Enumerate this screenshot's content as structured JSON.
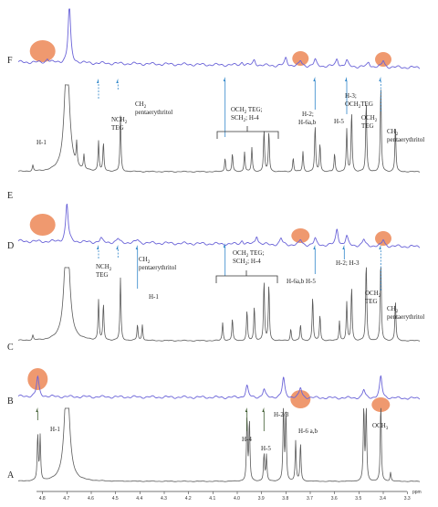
{
  "colors": {
    "proton_trace": "#5a5a5a",
    "carbon_trace": "#6a63d8",
    "arrow_blue": "#2f86c9",
    "arrow_green": "#3c5a2e",
    "highlight_circle": "#e9773f",
    "bracket": "#333333"
  },
  "chart_data": {
    "type": "line",
    "xlabel": "ppm",
    "xlim": [
      4.9,
      3.25
    ],
    "x_ticks": [
      "4.8",
      "4.7",
      "4.6",
      "4.5",
      "4.4",
      "4.3",
      "4.2",
      "4.1",
      "4.0",
      "3.9",
      "3.8",
      "3.7",
      "3.6",
      "3.5",
      "3.4",
      "3.3"
    ],
    "spectra": [
      {
        "panel": "F",
        "kind": "carbon",
        "peaks": [
          {
            "x": 4.69,
            "h": 90
          },
          {
            "x": 4.78,
            "h": 6
          },
          {
            "x": 3.98,
            "h": 5
          },
          {
            "x": 3.93,
            "h": 8
          },
          {
            "x": 3.8,
            "h": 12
          },
          {
            "x": 3.74,
            "h": 8
          },
          {
            "x": 3.68,
            "h": 10
          },
          {
            "x": 3.59,
            "h": 12
          },
          {
            "x": 3.55,
            "h": 9
          },
          {
            "x": 3.46,
            "h": 7
          },
          {
            "x": 3.4,
            "h": 10
          }
        ]
      },
      {
        "panel": "E",
        "kind": "proton",
        "peaks": [
          {
            "x": 4.84,
            "h": 6
          },
          {
            "x": 4.66,
            "h": 22
          },
          {
            "x": 4.63,
            "h": 14
          },
          {
            "x": 4.57,
            "h": 30
          },
          {
            "x": 4.55,
            "h": 28
          },
          {
            "x": 4.48,
            "h": 55
          },
          {
            "x": 4.05,
            "h": 14
          },
          {
            "x": 4.02,
            "h": 18
          },
          {
            "x": 3.97,
            "h": 20
          },
          {
            "x": 3.94,
            "h": 24
          },
          {
            "x": 3.89,
            "h": 42
          },
          {
            "x": 3.87,
            "h": 40
          },
          {
            "x": 3.77,
            "h": 14
          },
          {
            "x": 3.73,
            "h": 20
          },
          {
            "x": 3.68,
            "h": 46
          },
          {
            "x": 3.66,
            "h": 28
          },
          {
            "x": 3.6,
            "h": 18
          },
          {
            "x": 3.55,
            "h": 42
          },
          {
            "x": 3.53,
            "h": 60
          },
          {
            "x": 3.47,
            "h": 70
          },
          {
            "x": 3.41,
            "h": 86
          },
          {
            "x": 3.35,
            "h": 45
          }
        ]
      },
      {
        "panel": "D",
        "kind": "carbon",
        "peaks": [
          {
            "x": 4.7,
            "h": 60
          },
          {
            "x": 4.56,
            "h": 6
          },
          {
            "x": 4.49,
            "h": 6
          },
          {
            "x": 4.41,
            "h": 5
          },
          {
            "x": 3.98,
            "h": 6
          },
          {
            "x": 3.92,
            "h": 14
          },
          {
            "x": 3.82,
            "h": 10
          },
          {
            "x": 3.74,
            "h": 8
          },
          {
            "x": 3.68,
            "h": 10
          },
          {
            "x": 3.59,
            "h": 26
          },
          {
            "x": 3.55,
            "h": 14
          },
          {
            "x": 3.48,
            "h": 10
          },
          {
            "x": 3.4,
            "h": 10
          }
        ]
      },
      {
        "panel": "C",
        "kind": "proton",
        "peaks": [
          {
            "x": 4.84,
            "h": 5
          },
          {
            "x": 4.57,
            "h": 40
          },
          {
            "x": 4.55,
            "h": 36
          },
          {
            "x": 4.48,
            "h": 62
          },
          {
            "x": 4.41,
            "h": 16
          },
          {
            "x": 4.39,
            "h": 16
          },
          {
            "x": 4.06,
            "h": 18
          },
          {
            "x": 4.02,
            "h": 22
          },
          {
            "x": 3.96,
            "h": 30
          },
          {
            "x": 3.93,
            "h": 34
          },
          {
            "x": 3.89,
            "h": 60
          },
          {
            "x": 3.87,
            "h": 56
          },
          {
            "x": 3.78,
            "h": 12
          },
          {
            "x": 3.74,
            "h": 16
          },
          {
            "x": 3.69,
            "h": 44
          },
          {
            "x": 3.66,
            "h": 26
          },
          {
            "x": 3.58,
            "h": 20
          },
          {
            "x": 3.55,
            "h": 38
          },
          {
            "x": 3.53,
            "h": 54
          },
          {
            "x": 3.47,
            "h": 82
          },
          {
            "x": 3.41,
            "h": 86
          },
          {
            "x": 3.35,
            "h": 40
          }
        ]
      },
      {
        "panel": "B",
        "kind": "carbon",
        "peaks": [
          {
            "x": 4.82,
            "h": 24
          },
          {
            "x": 3.96,
            "h": 14
          },
          {
            "x": 3.89,
            "h": 10
          },
          {
            "x": 3.81,
            "h": 24
          },
          {
            "x": 3.74,
            "h": 12
          },
          {
            "x": 3.48,
            "h": 10
          },
          {
            "x": 3.41,
            "h": 26
          }
        ]
      },
      {
        "panel": "A",
        "kind": "proton",
        "peaks": [
          {
            "x": 4.82,
            "h": 50
          },
          {
            "x": 4.81,
            "h": 48
          },
          {
            "x": 3.96,
            "h": 70
          },
          {
            "x": 3.95,
            "h": 66
          },
          {
            "x": 3.89,
            "h": 30
          },
          {
            "x": 3.88,
            "h": 28
          },
          {
            "x": 3.81,
            "h": 82
          },
          {
            "x": 3.8,
            "h": 76
          },
          {
            "x": 3.76,
            "h": 44
          },
          {
            "x": 3.74,
            "h": 42
          },
          {
            "x": 3.48,
            "h": 84
          },
          {
            "x": 3.47,
            "h": 80
          },
          {
            "x": 3.41,
            "h": 88
          },
          {
            "x": 3.37,
            "h": 10
          }
        ]
      }
    ]
  },
  "panel_labels": {
    "F": "F",
    "E": "E",
    "D": "D",
    "C": "C",
    "B": "B",
    "A": "A"
  },
  "annotations": {
    "E": {
      "H1": "H-1",
      "NCH2_line1": "NCH",
      "NCH2_sub": "2",
      "NCH2_line2": "TEG",
      "CH2_line1": "CH",
      "CH2_sub": "2",
      "CH2_line2": "pentaerythritol",
      "OCH2_line1": "OCH",
      "OCH2_sub": "2",
      "OCH2_rest": " TEG;",
      "SCH2_line": "SCH",
      "SCH2_sub": "2",
      "SCH2_rest": "; H-4",
      "H2_line1": "H-2;",
      "H6_line": "H-6a,b",
      "H5": "H-5",
      "H3_line1": "H-3;",
      "OCH2TEG_line": "OCH",
      "OCH2TEG_sub": "2",
      "OCH2TEG_rest": "TEG",
      "OCH2B_line1": "OCH",
      "OCH2B_sub": "2",
      "OCH2B_line2": "TEG",
      "CH2R_line1": "CH",
      "CH2R_sub": "2",
      "CH2R_line2": "pentaerythritol"
    },
    "C": {
      "NCH2_line1": "NCH",
      "NCH2_sub": "2",
      "NCH2_line2": "TEG",
      "CH2_line1": "CH",
      "CH2_sub": "2",
      "CH2_line2": "pentaerythritol",
      "H1": "H-1",
      "OCH2_line1": "OCH",
      "OCH2_sub": "2",
      "OCH2_rest": " TEG;",
      "SCH2_line": "SCH",
      "SCH2_sub": "2",
      "SCH2_rest": "; H-4",
      "H6H5": "H-6a,b H-5",
      "H2H3": "H-2; H-3",
      "OCH2B_line1": "OCH",
      "OCH2B_sub": "2",
      "OCH2B_line2": "TEG",
      "CH2R_line1": "CH",
      "CH2R_sub": "2",
      "CH2R_line2": "pentaerythritol"
    },
    "A": {
      "H1": "H-1",
      "H4": "H-4",
      "H5": "H-5",
      "H23": "H-2/3",
      "H6": "H-6 a,b",
      "OCH3": "OCH",
      "OCH3_sub": "3"
    }
  }
}
